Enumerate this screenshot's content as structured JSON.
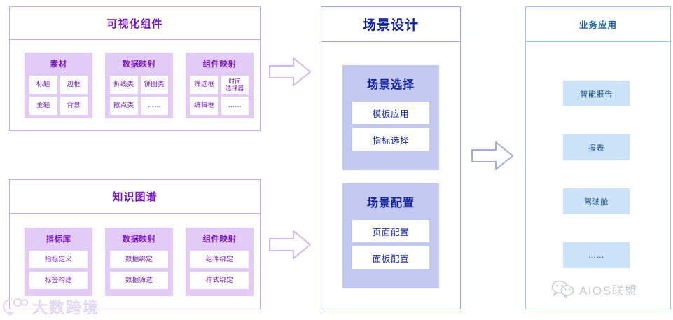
{
  "diagram": {
    "columns": [
      {
        "id": "visual-components",
        "title": "可视化组件",
        "groups": [
          {
            "title": "素材",
            "cells": [
              "标题",
              "边框",
              "主题",
              "背景"
            ]
          },
          {
            "title": "数据映射",
            "cells": [
              "折线类",
              "饼图类",
              "散点类",
              "……"
            ]
          },
          {
            "title": "组件映射",
            "cells": [
              "筛选框",
              "时间\n选择器",
              "编辑框",
              "……"
            ]
          }
        ]
      },
      {
        "id": "knowledge-graph",
        "title": "知识图谱",
        "groups": [
          {
            "title": "指标库",
            "cells": [
              "指标定义",
              "标签构建"
            ]
          },
          {
            "title": "数据映射",
            "cells": [
              "数据绑定",
              "数据筛选"
            ]
          },
          {
            "title": "组件映射",
            "cells": [
              "组件绑定",
              "样式绑定"
            ]
          }
        ]
      },
      {
        "id": "scene-design",
        "title": "场景设计",
        "groups": [
          {
            "title": "场景选择",
            "cells": [
              "模板应用",
              "指标选择"
            ]
          },
          {
            "title": "场景配置",
            "cells": [
              "页面配置",
              "面板配置"
            ]
          }
        ]
      },
      {
        "id": "business-application",
        "title": "业务应用",
        "items": [
          "智能报告",
          "报表",
          "驾驶舱",
          "……"
        ]
      }
    ],
    "arrows": [
      {
        "name": "arrow-visual-to-scene",
        "color": "#d5b6f2"
      },
      {
        "name": "arrow-knowledge-to-scene",
        "color": "#d5b6f2"
      },
      {
        "name": "arrow-scene-to-business",
        "color": "#a3abe6"
      }
    ],
    "watermarks": [
      {
        "name": "watermark-left",
        "text": "大数跨境",
        "color": "#e3d8f2"
      },
      {
        "name": "watermark-right",
        "text": "AIOS联盟",
        "color": "#c9ccd2"
      }
    ],
    "colors": {
      "purple_border": "#c9a8ef",
      "purple_text": "#7616c4",
      "purple_group_bg": "#e2ccf7",
      "navy_text": "#10219b",
      "periwinkle_group_bg": "#c3c8f0",
      "blue_border": "#9fc6e8",
      "blue_text": "#1560ad",
      "blue_chip_bg": "#cbe2f8"
    }
  }
}
